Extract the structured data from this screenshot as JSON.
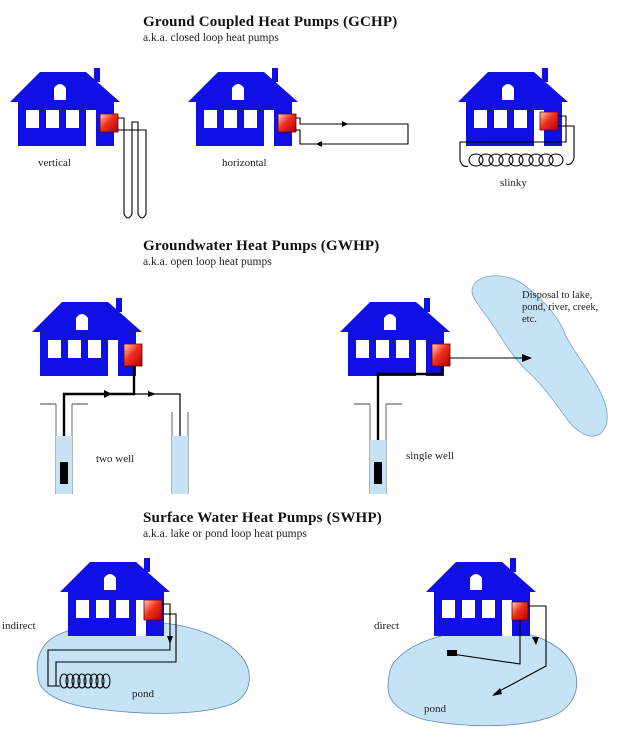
{
  "sections": [
    {
      "title": "Ground Coupled Heat Pumps (GCHP)",
      "subtitle": "a.k.a. closed loop heat pumps",
      "labels": {
        "vertical": "vertical",
        "horizontal": "horizontal",
        "slinky": "slinky"
      }
    },
    {
      "title": "Groundwater Heat Pumps (GWHP)",
      "subtitle": "a.k.a. open loop heat pumps",
      "labels": {
        "two_well": "two well",
        "single_well": "single well"
      },
      "disposal_note": "Disposal to lake, pond, river, creek, etc."
    },
    {
      "title": "Surface Water Heat Pumps (SWHP)",
      "subtitle": "a.k.a. lake or pond loop heat pumps",
      "labels": {
        "indirect": "indirect",
        "direct": "direct",
        "pond_left": "pond",
        "pond_right": "pond"
      }
    }
  ],
  "colors": {
    "house": "#1010e6",
    "heat_pump": "#e81a1a",
    "water": "#c6e2f5",
    "water_edge": "#3a6ea5",
    "pipe": "#000000"
  }
}
